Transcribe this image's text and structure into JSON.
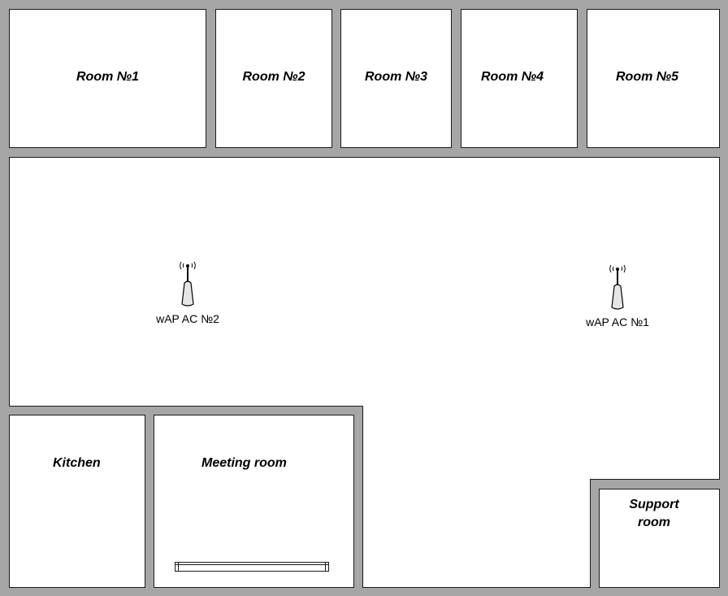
{
  "rooms": {
    "room1": "Room №1",
    "room2": "Room №2",
    "room3": "Room №3",
    "room4": "Room №4",
    "room5": "Room №5",
    "kitchen": "Kitchen",
    "meeting": "Meeting room",
    "support": "Support room"
  },
  "access_points": {
    "ap2": "wAP AC №2",
    "ap1": "wAP AC №1"
  },
  "icons": {
    "access_point": "wireless-access-point-icon",
    "table": "table-icon"
  },
  "colors": {
    "wall": "#a6a6a6",
    "floor": "#ffffff",
    "outline": "#1a1a1a"
  }
}
